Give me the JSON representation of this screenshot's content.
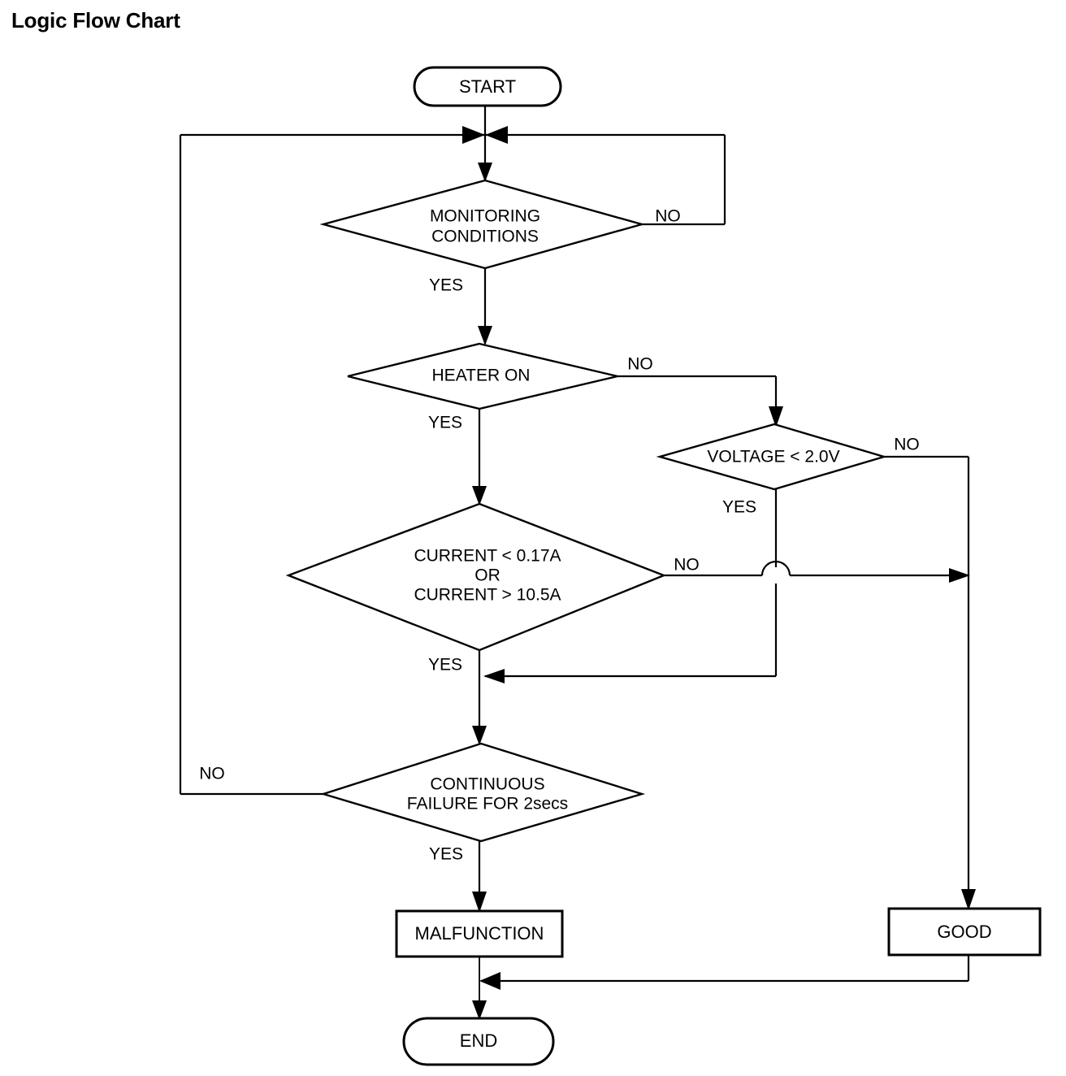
{
  "title": "Logic Flow Chart",
  "chart_data": {
    "type": "diagram",
    "diagram_kind": "flowchart",
    "title": "Logic Flow Chart",
    "nodes": [
      {
        "id": "start",
        "shape": "terminator",
        "text": "START"
      },
      {
        "id": "monitoring",
        "shape": "decision",
        "text": "MONITORING CONDITIONS",
        "lines": [
          "MONITORING",
          "CONDITIONS"
        ]
      },
      {
        "id": "heater",
        "shape": "decision",
        "text": "HEATER ON",
        "lines": [
          "HEATER ON"
        ]
      },
      {
        "id": "voltage",
        "shape": "decision",
        "text": "VOLTAGE < 2.0V",
        "lines": [
          "VOLTAGE < 2.0V"
        ]
      },
      {
        "id": "current",
        "shape": "decision",
        "text": "CURRENT < 0.17A OR CURRENT > 10.5A",
        "lines": [
          "CURRENT < 0.17A",
          "OR",
          "CURRENT > 10.5A"
        ]
      },
      {
        "id": "continuous",
        "shape": "decision",
        "text": "CONTINUOUS FAILURE FOR 2secs",
        "lines": [
          "CONTINUOUS",
          "FAILURE FOR 2secs"
        ]
      },
      {
        "id": "malfunction",
        "shape": "process",
        "text": "MALFUNCTION"
      },
      {
        "id": "good",
        "shape": "process",
        "text": "GOOD"
      },
      {
        "id": "end",
        "shape": "terminator",
        "text": "END"
      }
    ],
    "edges": [
      {
        "from": "start",
        "to": "monitoring",
        "label": ""
      },
      {
        "from": "monitoring",
        "to": "heater",
        "label": "YES"
      },
      {
        "from": "monitoring",
        "to": "start",
        "label": "NO"
      },
      {
        "from": "heater",
        "to": "current",
        "label": "YES"
      },
      {
        "from": "heater",
        "to": "voltage",
        "label": "NO"
      },
      {
        "from": "voltage",
        "to": "continuous",
        "label": "YES"
      },
      {
        "from": "voltage",
        "to": "good",
        "label": "NO"
      },
      {
        "from": "current",
        "to": "continuous",
        "label": "YES"
      },
      {
        "from": "current",
        "to": "good",
        "label": "NO"
      },
      {
        "from": "continuous",
        "to": "malfunction",
        "label": "YES"
      },
      {
        "from": "continuous",
        "to": "start",
        "label": "NO"
      },
      {
        "from": "malfunction",
        "to": "end",
        "label": ""
      },
      {
        "from": "good",
        "to": "end",
        "label": ""
      }
    ]
  },
  "nodes": {
    "start": {
      "label": "START"
    },
    "monitoring": {
      "line1": "MONITORING",
      "line2": "CONDITIONS"
    },
    "heater": {
      "label": "HEATER ON"
    },
    "voltage": {
      "label": "VOLTAGE < 2.0V"
    },
    "current": {
      "line1": "CURRENT < 0.17A",
      "line2": "OR",
      "line3": "CURRENT > 10.5A"
    },
    "continuous": {
      "line1": "CONTINUOUS",
      "line2": "FAILURE FOR 2secs"
    },
    "malfunction": {
      "label": "MALFUNCTION"
    },
    "good": {
      "label": "GOOD"
    },
    "end": {
      "label": "END"
    }
  },
  "branch_labels": {
    "monitoring_no": "NO",
    "monitoring_yes": "YES",
    "heater_no": "NO",
    "heater_yes": "YES",
    "voltage_no": "NO",
    "voltage_yes": "YES",
    "current_no": "NO",
    "current_yes": "YES",
    "continuous_no": "NO",
    "continuous_yes": "YES"
  },
  "colors": {
    "stroke": "#000000",
    "fill": "#ffffff",
    "text": "#000000"
  }
}
